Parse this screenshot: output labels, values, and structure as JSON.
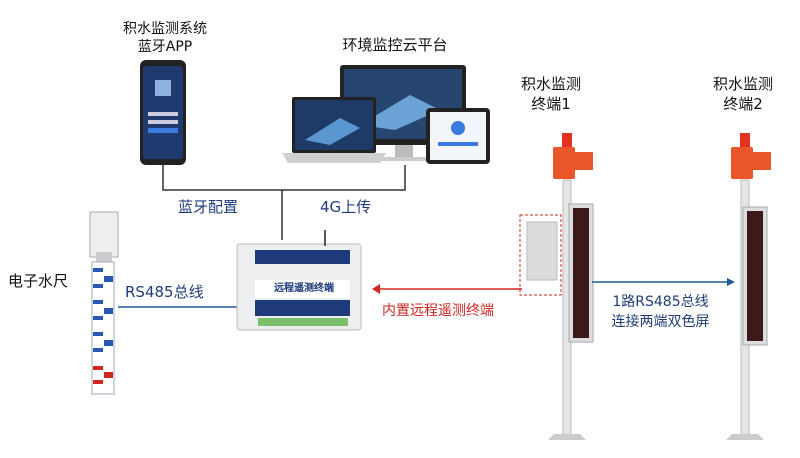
{
  "app": {
    "title": "积水监测系统",
    "subtitle": "蓝牙APP"
  },
  "cloud": {
    "title": "环境监控云平台"
  },
  "links": {
    "bluetooth": "蓝牙配置",
    "upload": "4G上传",
    "rs485": "RS485总线"
  },
  "sensor": {
    "label": "电子水尺"
  },
  "device": {
    "label": "远程遥测终端",
    "builtin_label": "内置远程遥测终端"
  },
  "terminals": [
    {
      "line1": "积水监测",
      "line2": "终端1"
    },
    {
      "line1": "积水监测",
      "line2": "终端2"
    }
  ],
  "bus": {
    "line1": "1路RS485总线",
    "line2": "连接两端双色屏"
  },
  "colors": {
    "blue": "#1f3d7a",
    "red": "#d0261f",
    "alarm": "#e8562a",
    "line": "#333333"
  }
}
